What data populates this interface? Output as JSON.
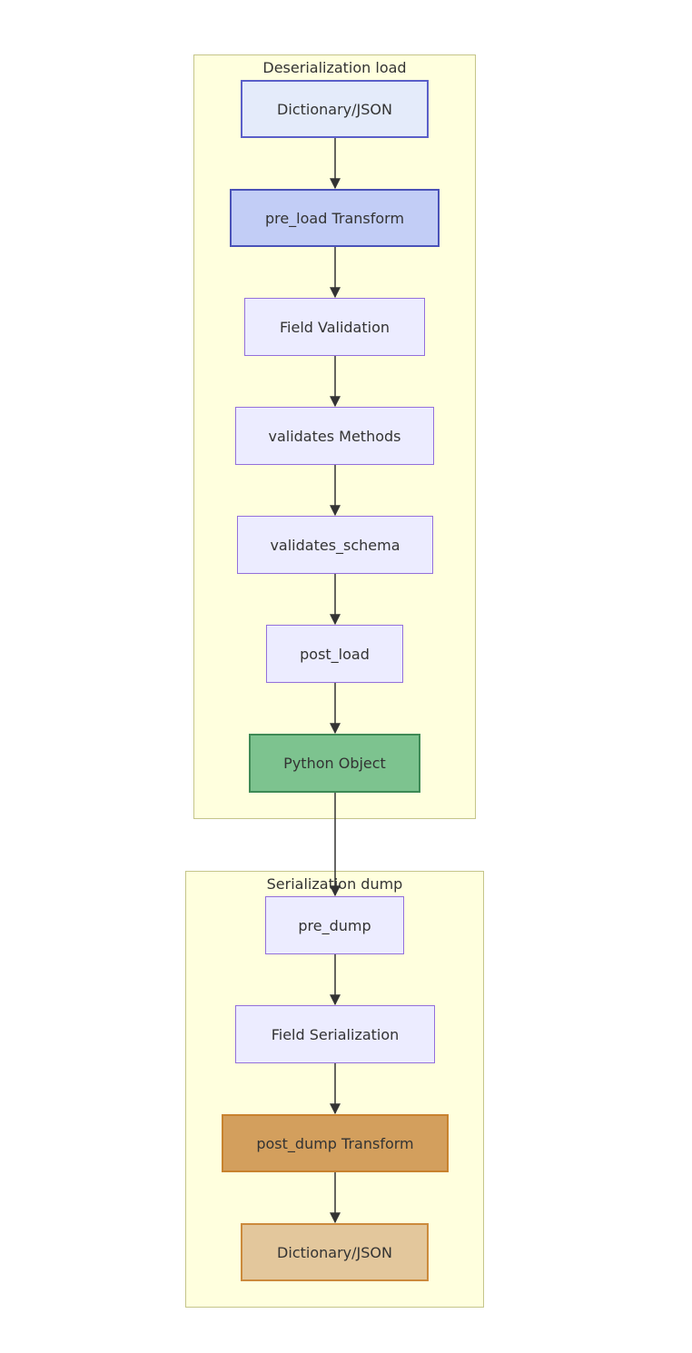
{
  "groups": {
    "deserialization": {
      "title": "Deserialization load"
    },
    "serialization": {
      "title": "Serialization dump"
    }
  },
  "nodes": {
    "load_input": "Dictionary/JSON",
    "pre_load": "pre_load Transform",
    "field_validation": "Field Validation",
    "validates_methods": "validates Methods",
    "validates_schema": "validates_schema",
    "post_load": "post_load",
    "python_object": "Python Object",
    "pre_dump": "pre_dump",
    "field_serialization": "Field Serialization",
    "post_dump": "post_dump Transform",
    "dump_output": "Dictionary/JSON"
  },
  "edges": [
    [
      "load_input",
      "pre_load"
    ],
    [
      "pre_load",
      "field_validation"
    ],
    [
      "field_validation",
      "validates_methods"
    ],
    [
      "validates_methods",
      "validates_schema"
    ],
    [
      "validates_schema",
      "post_load"
    ],
    [
      "post_load",
      "python_object"
    ],
    [
      "python_object",
      "pre_dump"
    ],
    [
      "pre_dump",
      "field_serialization"
    ],
    [
      "field_serialization",
      "post_dump"
    ],
    [
      "post_dump",
      "dump_output"
    ]
  ],
  "colors": {
    "cluster_fill": "#ffffde",
    "cluster_border": "#c5c58a",
    "node_fill": "#ececff",
    "node_border": "#9370db",
    "input_fill": "#e4ebfa",
    "preload_fill": "#c2cdf6",
    "object_fill": "#7dc38f",
    "postdump_fill": "#d39f5d",
    "output_fill": "#e3c79c",
    "edge": "#333333"
  }
}
